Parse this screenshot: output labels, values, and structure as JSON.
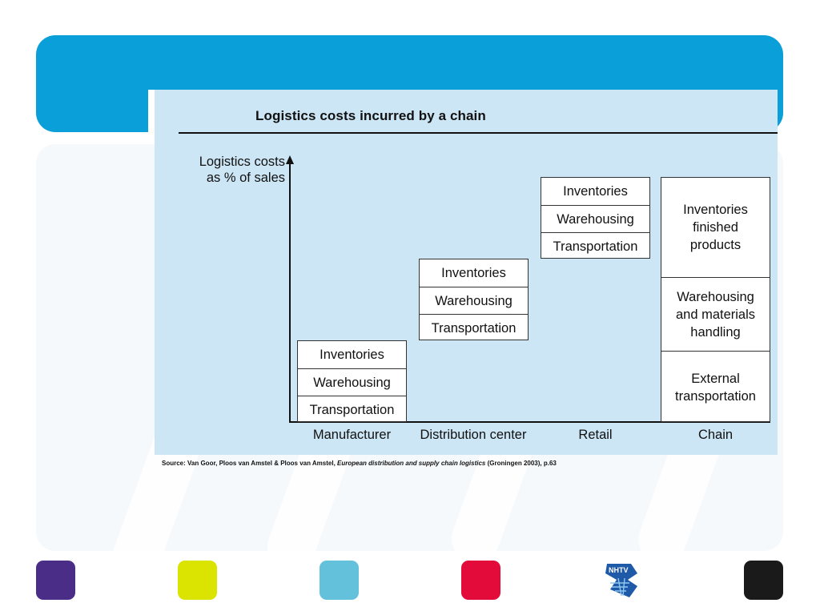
{
  "diagram": {
    "title": "Logistics costs incurred by a chain",
    "y_axis_label_line1": "Logistics costs",
    "y_axis_label_line2": "as % of sales",
    "columns": [
      {
        "category": "Manufacturer",
        "segments": [
          "Inventories",
          "Warehousing",
          "Transportation"
        ]
      },
      {
        "category": "Distribution center",
        "segments": [
          "Inventories",
          "Warehousing",
          "Transportation"
        ]
      },
      {
        "category": "Retail",
        "segments": [
          "Inventories",
          "Warehousing",
          "Transportation"
        ]
      },
      {
        "category": "Chain",
        "segments": [
          [
            "Inventories",
            "finished",
            "products"
          ],
          [
            "Warehousing",
            "and materials",
            "handling"
          ],
          [
            "External",
            "transportation"
          ]
        ]
      }
    ]
  },
  "source": {
    "prefix": "Source: Van Goor, Ploos van Amstel & Ploos van Amstel, ",
    "title": "European distribution and supply chain logistics",
    "suffix": " (Groningen 2003), p.63"
  },
  "footer": {
    "logo_text": "NHTV",
    "swatch_colors": [
      "#4a2d87",
      "#dbe300",
      "#63c1dc",
      "#e30b3a",
      "#1a1a1a"
    ]
  },
  "colors": {
    "header": "#0a9fd9",
    "diagram_bg": "#cde6f5"
  }
}
